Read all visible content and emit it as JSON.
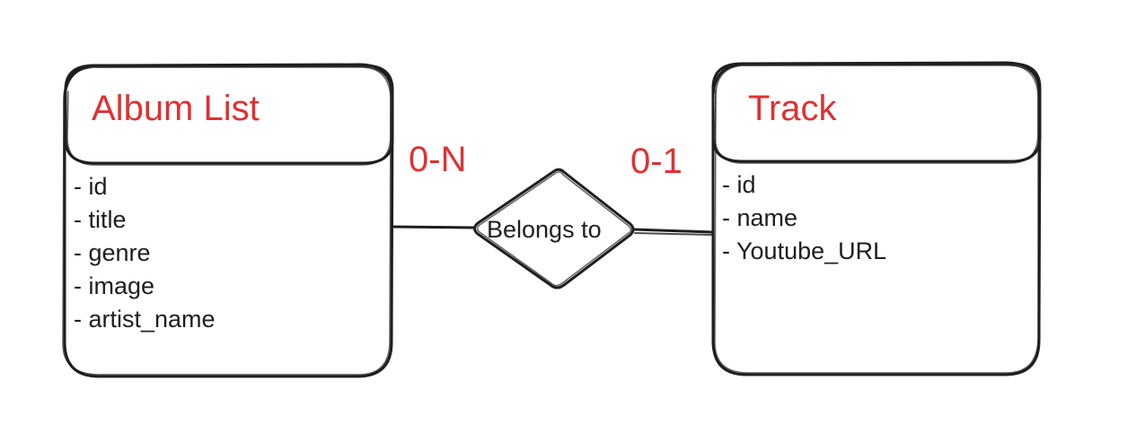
{
  "colors": {
    "stroke": "#1e1e1e",
    "accent": "#e03131",
    "background": "#ffffff"
  },
  "entities": {
    "album": {
      "title": "Album List",
      "attributes": [
        "- id",
        "- title",
        "- genre",
        "- image",
        "- artist_name"
      ]
    },
    "track": {
      "title": "Track",
      "attributes": [
        "- id",
        "- name",
        "- Youtube_URL"
      ]
    }
  },
  "relationship": {
    "label": "Belongs to",
    "cardinality_left": "0-N",
    "cardinality_right": "0-1"
  }
}
